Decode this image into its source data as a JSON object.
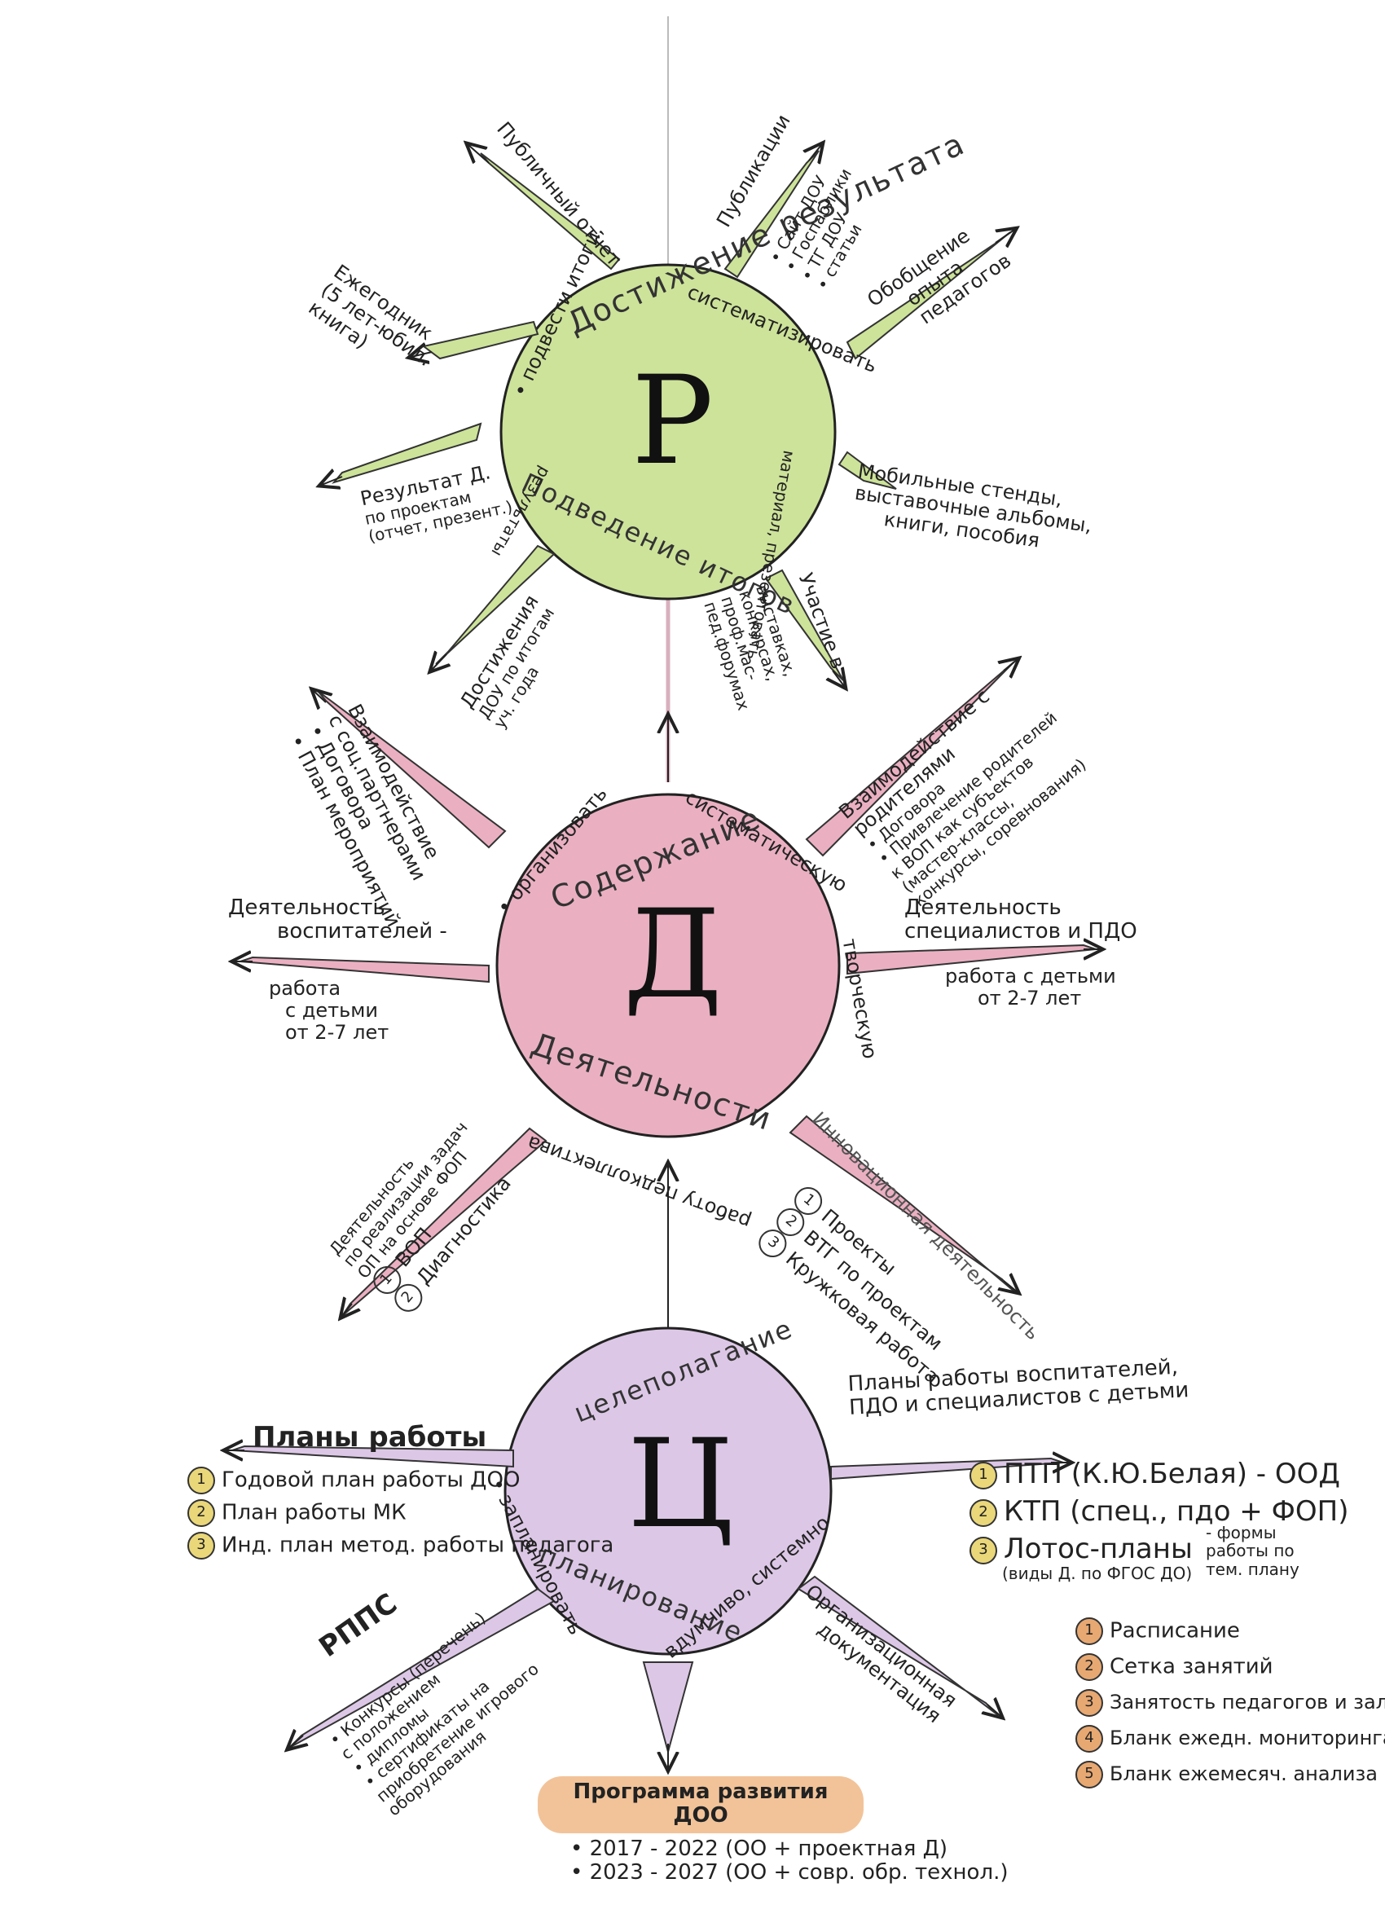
{
  "colors": {
    "green": "#cde39a",
    "pink": "#eab0c2",
    "lilac": "#dcc8e6",
    "orange": "#f0b987",
    "yellow": "#e9d77a"
  },
  "r": {
    "letter": "Р",
    "top_label": "Достижение результата",
    "bottom_label": "Подведение итогов",
    "arc_left": "• подвести итоги,",
    "arc_right": "систематизировать",
    "arc_right2": "материал, презентовать",
    "spokes": {
      "public": "Публичный отчет",
      "yearbook": [
        "Ежегодник",
        "(5 лет-юбил.",
        "книга)"
      ],
      "result_d": [
        "Результат Д.",
        "по проектам",
        "(отчет, презент.)"
      ],
      "achievements": [
        "Достижения",
        "ДОУ по итогам",
        "уч. года"
      ],
      "results": "результаты",
      "participation": "Участие в",
      "participation_items": [
        "выставках,",
        "конкурсах,",
        "проф.мас-",
        "пед.форумах"
      ],
      "publications": "Публикации",
      "publications_items": [
        "• Сайт ДОУ",
        "• Госпаблики",
        "• ТГ ДОУ",
        "• статьи"
      ],
      "generalization": [
        "Обобщение",
        "опыта",
        "педагогов"
      ],
      "mobile": [
        "Мобильные стенды,",
        "выставочные альбомы,",
        "книги, пособия"
      ]
    }
  },
  "d": {
    "letter": "Д",
    "top_label": "Содержание",
    "bottom_label": "Деятельности",
    "arc_left": "• организовать",
    "arc_right": "систематическую",
    "arc_right2": "творческую",
    "arc_bottom": "работу педколлектива",
    "spokes": {
      "social": [
        "Взаимодействие",
        "с соц.партнерами"
      ],
      "social_items": [
        "• Договора",
        "• План мероприятий"
      ],
      "parents": [
        "Взаимодействие с",
        "родителями"
      ],
      "parents_items": [
        "• Договора",
        "• Привлечение родителей",
        "к ВОП как субъектов",
        "(мастер-классы,",
        "конкурсы, соревнования)"
      ],
      "educators": [
        "Деятельность",
        "воспитателей -"
      ],
      "educators_work": [
        "работа",
        "с детьми",
        "от 2-7 лет"
      ],
      "specialists": [
        "Деятельность",
        "специалистов и ПДО"
      ],
      "specialists_work": [
        "работа с детьми",
        "от 2-7 лет"
      ],
      "fop": [
        "Деятельность",
        "по реализации задач",
        "ОП на основе ФОП"
      ],
      "fop_items": [
        "ВОП",
        "Диагностика"
      ],
      "innov": "Инновационная деятельность",
      "innov_items": [
        "Проекты",
        "ВТГ по проектам",
        "Кружковая работа"
      ]
    }
  },
  "c": {
    "letter": "Ц",
    "top_label": "целеполагание",
    "bottom_label": "планирование",
    "arc_left": "• запланировать",
    "arc_right": "вдумчиво, системно",
    "spokes": {
      "plans_title": "Планы работы",
      "plans_items": [
        "Годовой план работы ДОО",
        "План работы МК",
        "Инд. план метод. работы педагога"
      ],
      "teacher_plans": [
        "Планы работы воспитателей,",
        "ПДО и специалистов с детьми"
      ],
      "teacher_items": [
        "ПТП (К.Ю.Белая) - ООД",
        "КТП (спец., пдо + ФОП)",
        "Лотос-планы",
        "(виды Д. по ФГОС ДО)"
      ],
      "lotos_note": [
        "- формы",
        "работы по",
        "тем. плану"
      ],
      "rpps": "РППС",
      "rpps_items": [
        "• Конкурсы (перечень)",
        "с положением",
        "• дипломы",
        "• сертификаты на",
        "приобретение игрового",
        "оборудования"
      ],
      "org_docs": [
        "Организационная",
        "документация"
      ],
      "org_items": [
        "Расписание",
        "Сетка занятий",
        "Занятость педагогов и залов",
        "Бланк ежедн. мониторинга",
        "Бланк ежемесяч. анализа"
      ]
    }
  },
  "program": {
    "title": [
      "Программа развития",
      "ДОО"
    ],
    "items": [
      "• 2017 - 2022 (ОО + проектная Д)",
      "• 2023 - 2027 (ОО + совр. обр. технол.)"
    ]
  }
}
